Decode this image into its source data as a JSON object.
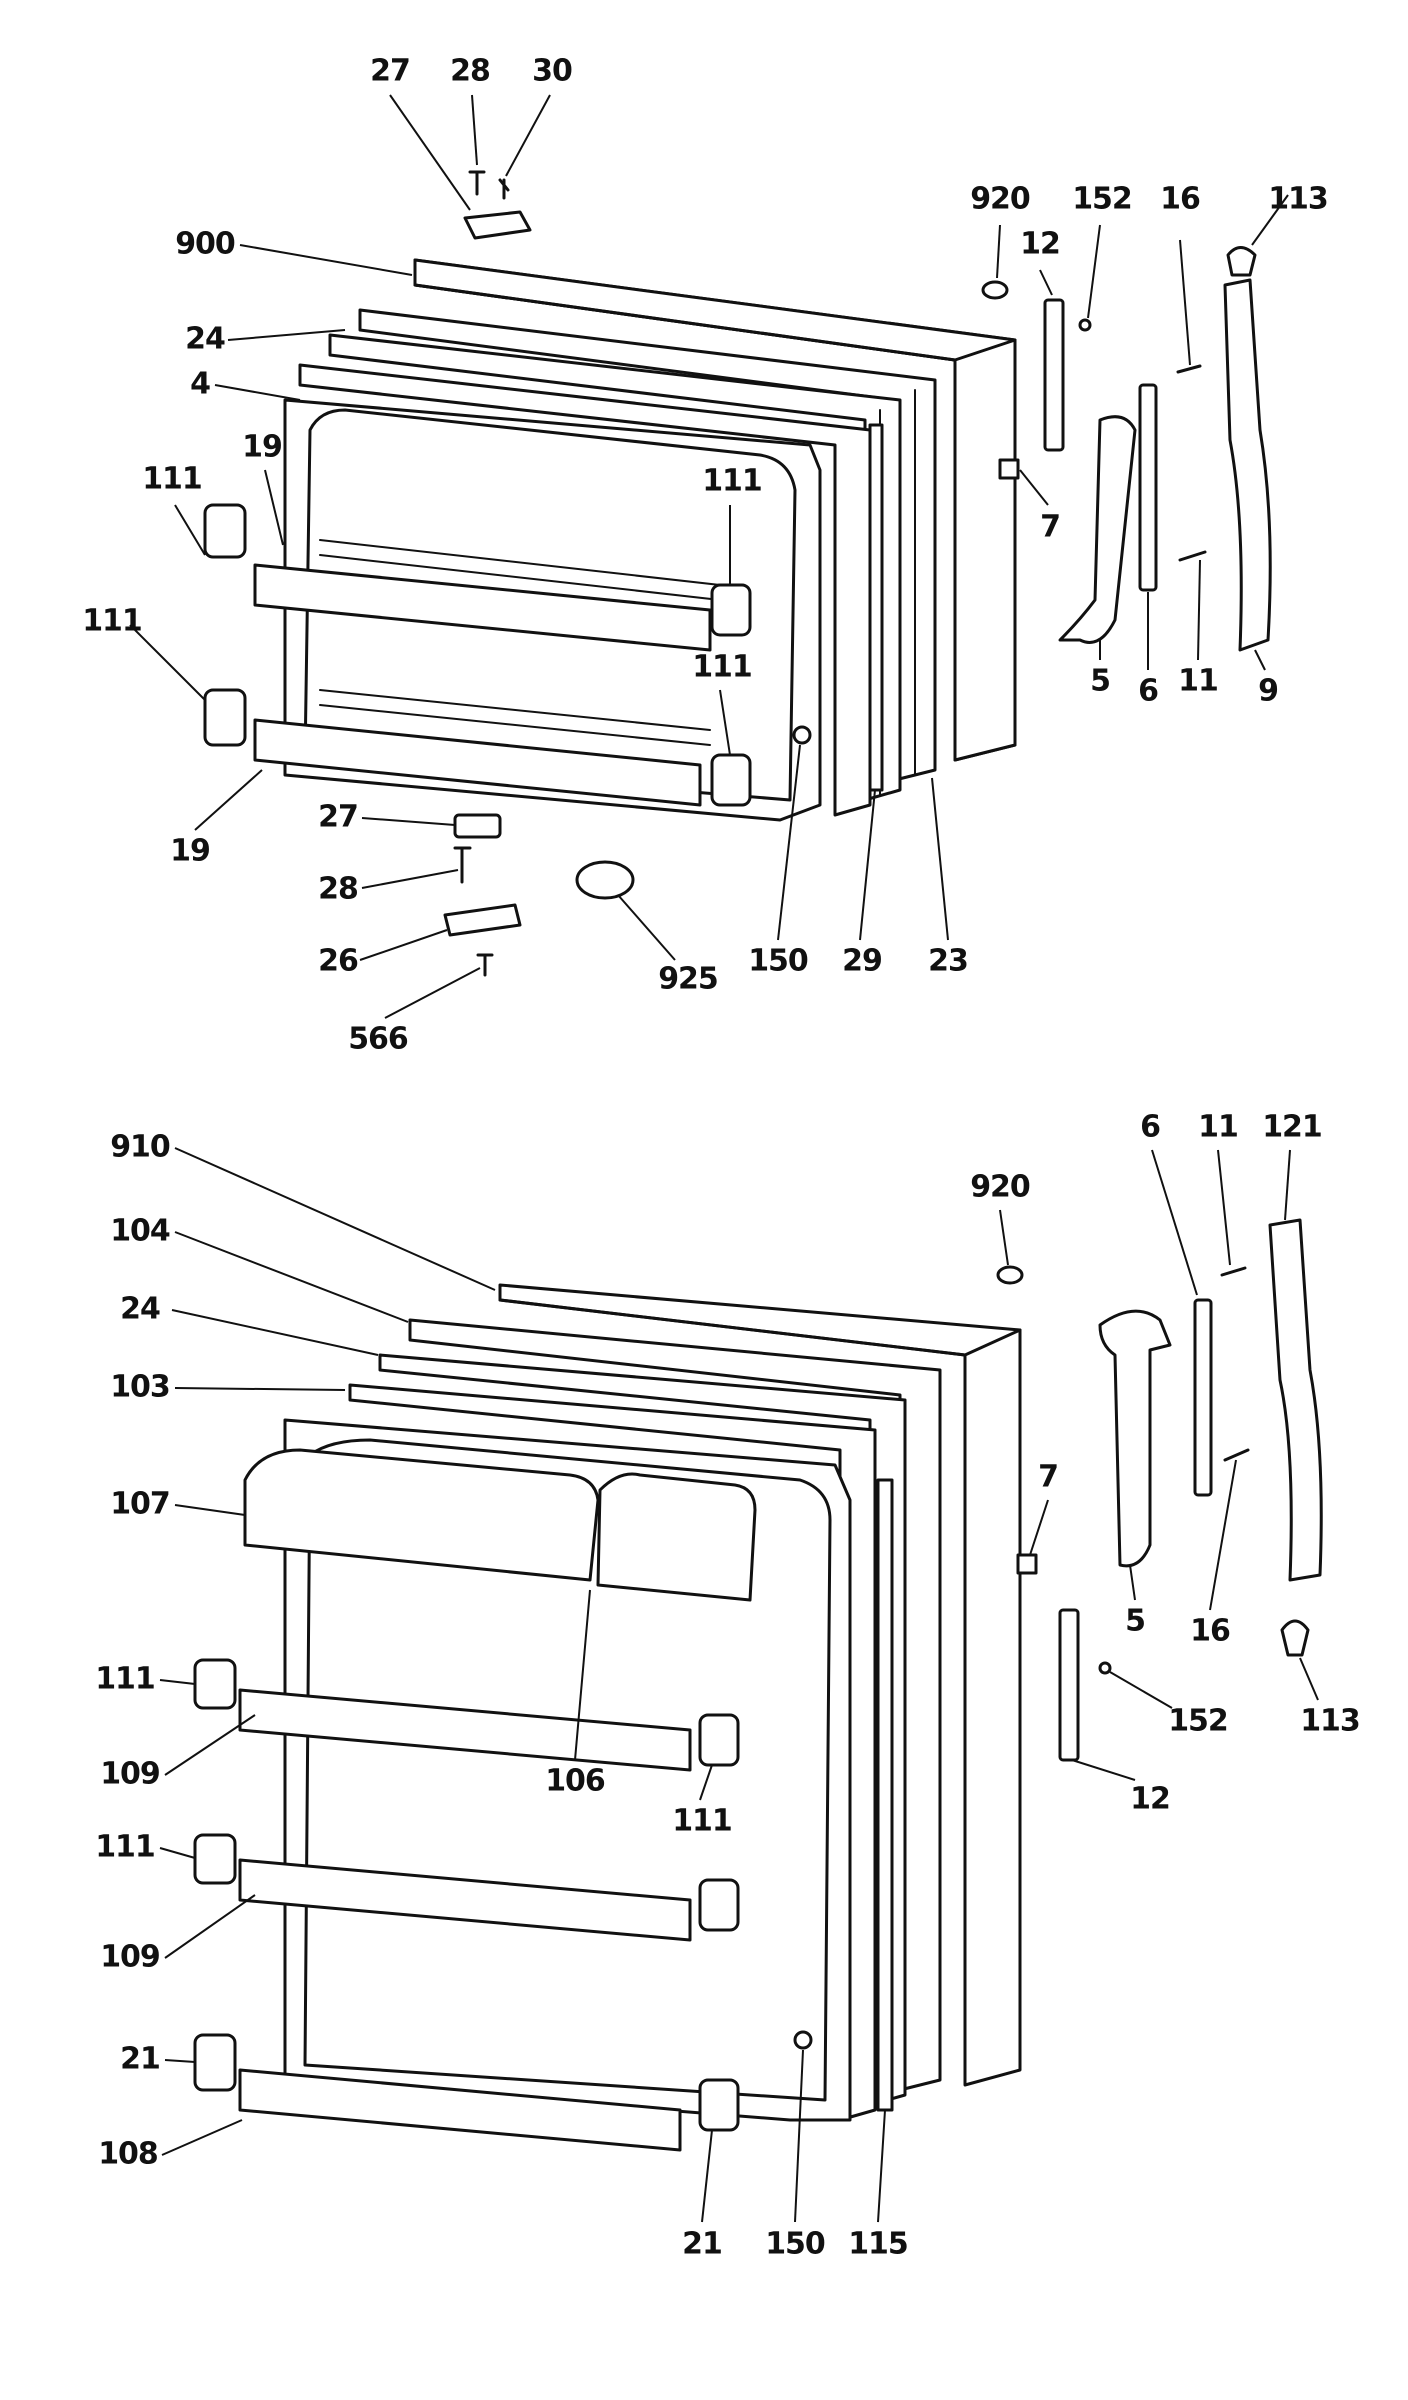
{
  "diagram": {
    "upper_assembly": {
      "callouts": [
        "27",
        "28",
        "30",
        "900",
        "920",
        "152",
        "12",
        "16",
        "113",
        "24",
        "4",
        "19",
        "111",
        "111",
        "111",
        "111",
        "7",
        "5",
        "6",
        "11",
        "9",
        "19",
        "27",
        "28",
        "26",
        "566",
        "925",
        "150",
        "29",
        "23"
      ]
    },
    "lower_assembly": {
      "callouts": [
        "910",
        "920",
        "6",
        "11",
        "121",
        "104",
        "24",
        "103",
        "107",
        "7",
        "5",
        "16",
        "113",
        "111",
        "152",
        "109",
        "106",
        "111",
        "12",
        "111",
        "109",
        "21",
        "108",
        "21",
        "150",
        "115"
      ]
    }
  }
}
